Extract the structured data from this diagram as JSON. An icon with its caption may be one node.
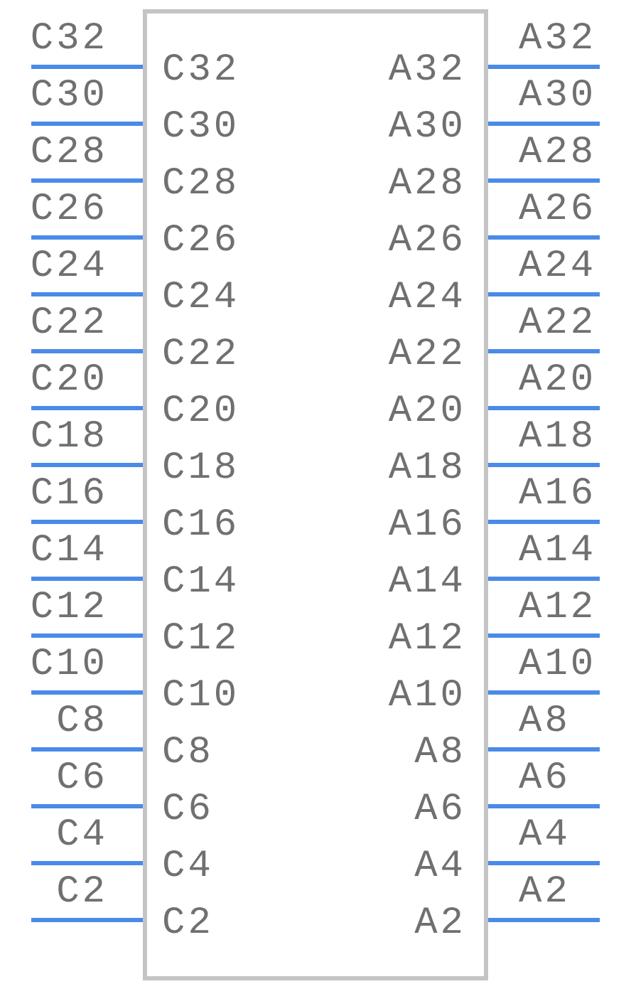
{
  "diagram": {
    "nodes": [
      {
        "text": [],
        "shape": "box"
      }
    ],
    "labels": [
      "C32",
      "C32",
      "A32",
      "A32",
      "C30",
      "C30",
      "A30",
      "A30",
      "C28",
      "C28",
      "A28",
      "A28",
      "C26",
      "C26",
      "A26",
      "A26",
      "C24",
      "C24",
      "A24",
      "A24",
      "C22",
      "C22",
      "A22",
      "A22",
      "C20",
      "C20",
      "A20",
      "A20",
      "C18",
      "C18",
      "A18",
      "A18",
      "C16",
      "C16",
      "A16",
      "A16",
      "C14",
      "C14",
      "A14",
      "A14",
      "C12",
      "C12",
      "A12",
      "A12",
      "C10",
      "C10",
      "A10",
      "A10",
      "C8",
      "C8",
      "A8",
      "A8",
      "C6",
      "C6",
      "A6",
      "A6",
      "C4",
      "C4",
      "A4",
      "A4",
      "C2",
      "C2",
      "A2",
      "A2"
    ]
  }
}
